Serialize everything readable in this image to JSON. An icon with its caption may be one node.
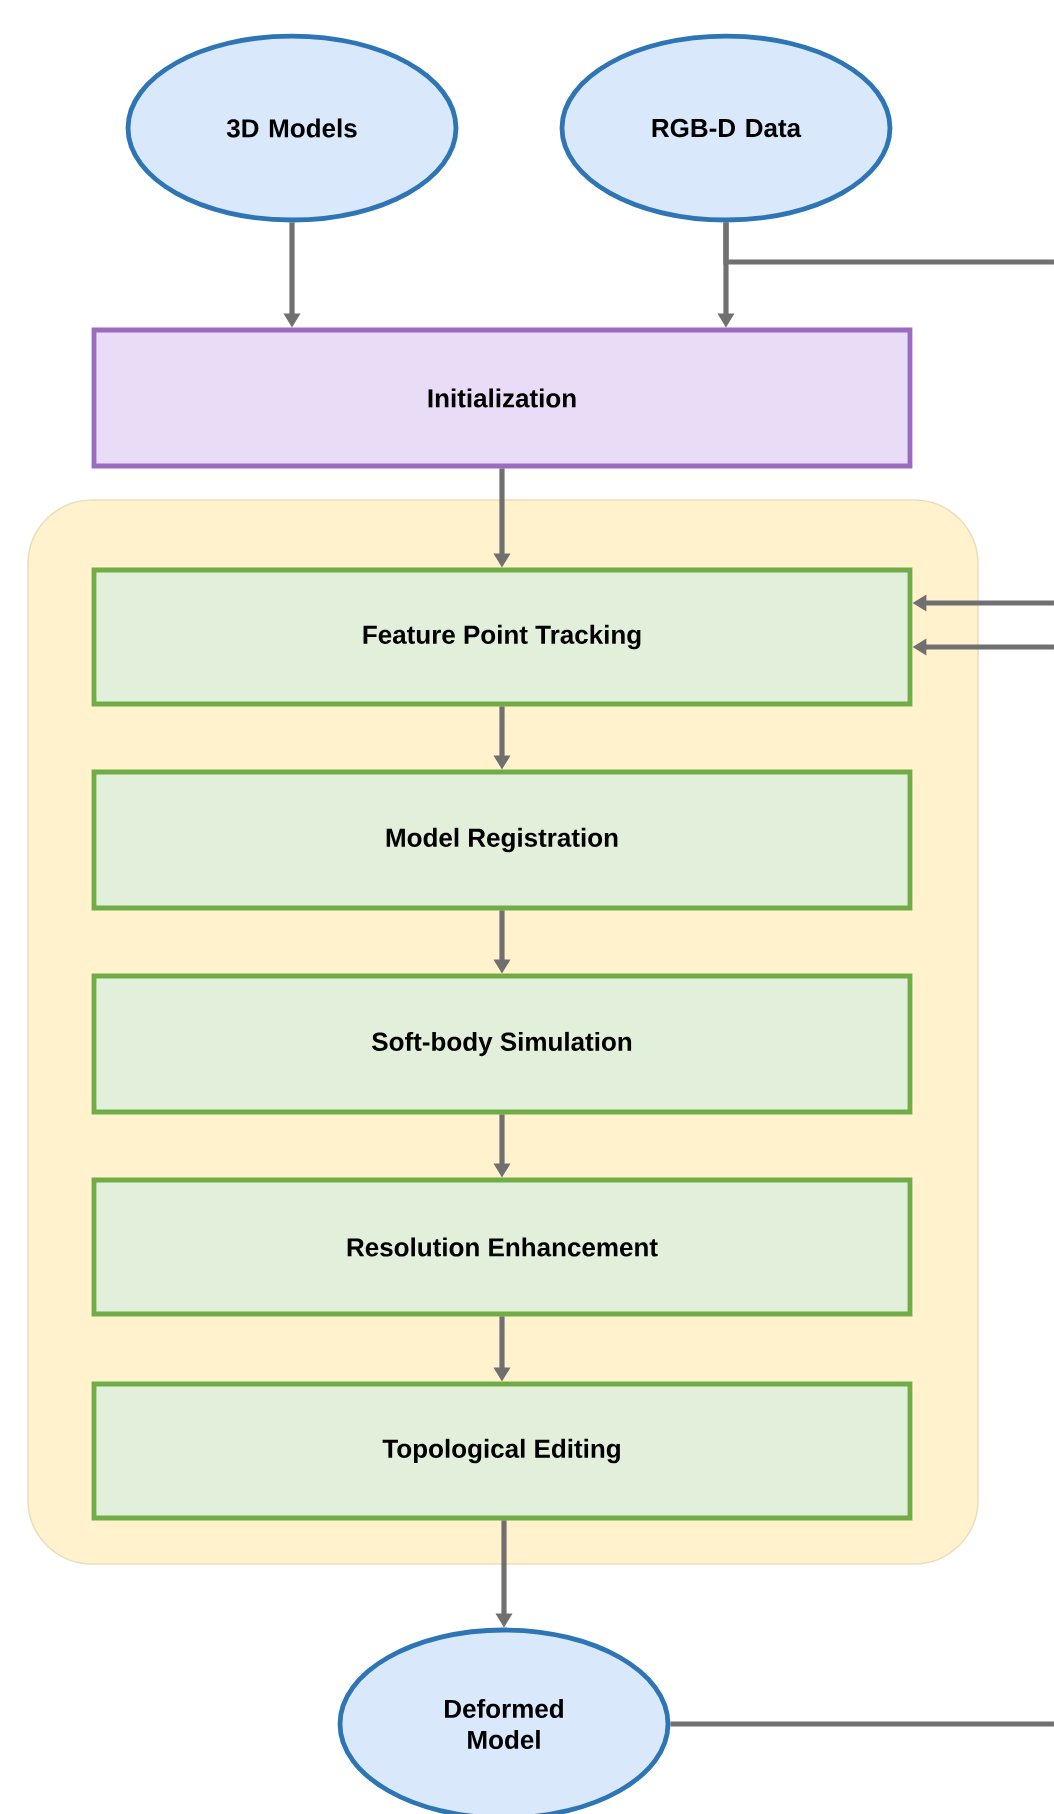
{
  "diagram": {
    "nodes": [
      {
        "text": [
          "3D Models"
        ]
      },
      {
        "text": [
          "RGB-D Data"
        ]
      },
      {
        "text": [
          "Initialization"
        ]
      },
      {
        "text": [],
        "shape": "box"
      },
      {
        "text": [
          "Feature Point Tracking"
        ],
        "in": 3
      },
      {
        "text": [
          "Model Registration"
        ],
        "in": 3
      },
      {
        "text": [
          "Soft-body Simulation"
        ],
        "in": 3
      },
      {
        "text": [
          "Resolution Enhancement"
        ],
        "in": 3
      },
      {
        "text": [
          "Topological Editing"
        ],
        "in": 3
      },
      {
        "text": [
          "Deformed Model"
        ]
      }
    ],
    "edges": [
      {
        "from": 0,
        "to": 2,
        "arrow": "to"
      },
      {
        "from": 1,
        "to": 2,
        "arrow": "to"
      },
      {
        "from": 2,
        "to": 4,
        "arrow": "to"
      },
      {
        "from": 4,
        "to": 5,
        "arrow": "to"
      },
      {
        "from": 5,
        "to": 6,
        "arrow": "to"
      },
      {
        "from": 6,
        "to": 7,
        "arrow": "to"
      },
      {
        "from": 7,
        "to": 8,
        "arrow": "to"
      },
      {
        "from": 8,
        "to": 9,
        "arrow": "to"
      },
      {
        "from": 1,
        "to": 4,
        "arrow": "to"
      },
      {
        "from": 9,
        "to": 4,
        "arrow": "to"
      }
    ]
  }
}
